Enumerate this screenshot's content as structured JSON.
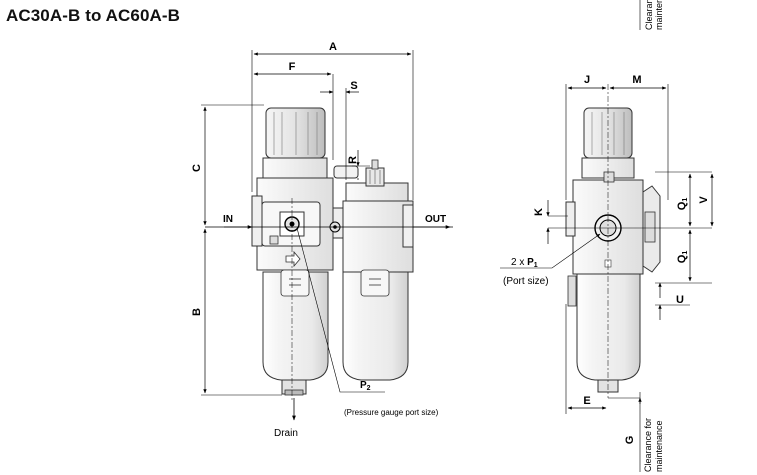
{
  "title": "AC30A-B to AC60A-B",
  "front_view": {
    "dims": {
      "A": "A",
      "F": "F",
      "S": "S",
      "R": "R",
      "C": "C",
      "B": "B"
    },
    "port_in": "IN",
    "port_out": "OUT",
    "gauge_port": {
      "symbol": "P",
      "subscript": "2",
      "note": "(Pressure gauge port size)"
    },
    "drain": "Drain"
  },
  "side_view": {
    "dims": {
      "J": "J",
      "M": "M",
      "K": "K",
      "Q1_top": "Q",
      "Q1_top_sub": "1",
      "Q1_bottom": "Q",
      "Q1_bottom_sub": "1",
      "V": "V",
      "U": "U",
      "E": "E",
      "G": "G"
    },
    "port": {
      "prefix": "2 x ",
      "symbol": "P",
      "subscript": "1",
      "note": "(Port size)"
    },
    "clearance_top": [
      "Clearance for",
      "maintenance"
    ],
    "clearance_bottom": [
      "Clearance for",
      "maintenance"
    ]
  }
}
